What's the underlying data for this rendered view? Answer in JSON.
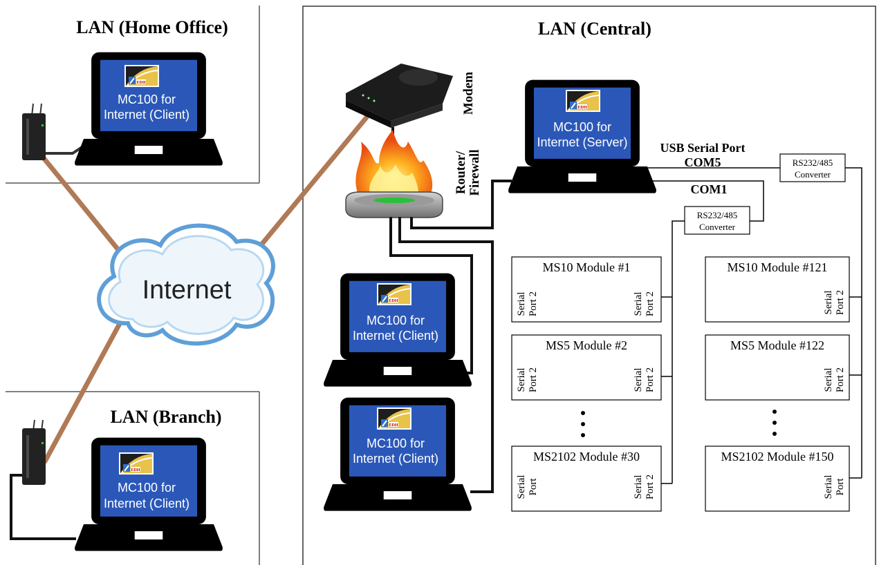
{
  "panels": {
    "home_office": {
      "title": "LAN (Home Office)"
    },
    "central": {
      "title": "LAN (Central)"
    },
    "branch": {
      "title": "LAN (Branch)"
    }
  },
  "cloud": {
    "label": "Internet"
  },
  "devices": {
    "modem": {
      "label": "Modem"
    },
    "router": {
      "label_line1": "Router/",
      "label_line2": "Firewall"
    }
  },
  "computers": {
    "home_client": {
      "line1": "MC100 for",
      "line2": "Internet (Client)"
    },
    "server": {
      "line1": "MC100 for",
      "line2": "Internet (Server)"
    },
    "central_client_1": {
      "line1": "MC100 for",
      "line2": "Internet (Client)"
    },
    "central_client_2": {
      "line1": "MC100 for",
      "line2": "Internet (Client)"
    },
    "branch_client": {
      "line1": "MC100 for",
      "line2": "Internet (Client)"
    }
  },
  "ports": {
    "usb": {
      "line1": "USB Serial Port",
      "line2": "COM5"
    },
    "com1": {
      "label": "COM1"
    }
  },
  "converters": [
    {
      "line1": "RS232/485",
      "line2": "Converter"
    },
    {
      "line1": "RS232/485",
      "line2": "Converter"
    }
  ],
  "modules": [
    {
      "title": "MS10 Module #1",
      "left_port": [
        "Serial",
        "Port 2"
      ],
      "right_port": [
        "Serial",
        "Port 2"
      ]
    },
    {
      "title": "MS5 Module #2",
      "left_port": [
        "Serial",
        "Port 2"
      ],
      "right_port": [
        "Serial",
        "Port 2"
      ]
    },
    {
      "title": "MS2102 Module #30",
      "left_port": [
        "Serial",
        "Port"
      ],
      "right_port": [
        "Serial",
        "Port 2"
      ]
    },
    {
      "title": "MS10 Module #121",
      "right_port": [
        "Serial",
        "Port 2"
      ]
    },
    {
      "title": "MS5 Module #122",
      "right_port": [
        "Serial",
        "Port 2"
      ]
    },
    {
      "title": "MS2102 Module #150",
      "right_port": [
        "Serial",
        "Port"
      ]
    }
  ],
  "colors": {
    "screen_blue": "#2b58b8",
    "internet_link": "#b07a56",
    "cloud_stroke": "#5f9fd8"
  },
  "icons": [
    "laptop-icon",
    "wireless-router-icon",
    "modem-icon",
    "firewall-icon",
    "cloud-icon",
    "app-logo-icon"
  ]
}
